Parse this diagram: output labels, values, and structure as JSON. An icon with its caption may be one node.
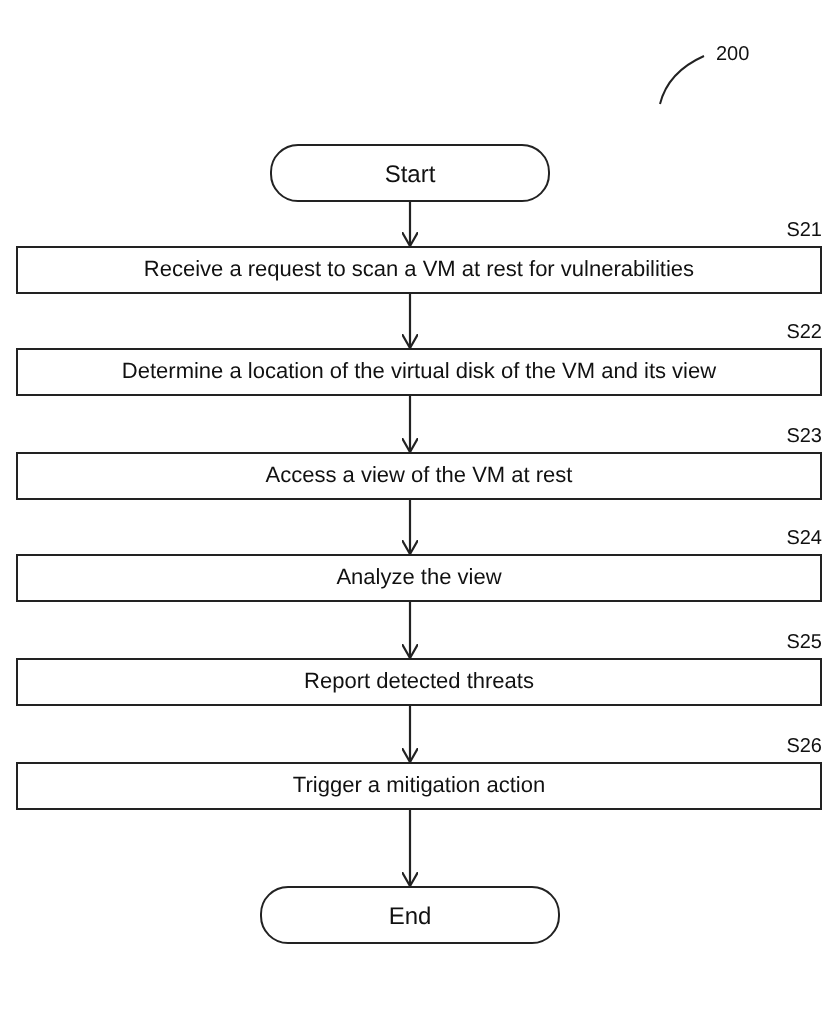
{
  "diagram": {
    "nodes": [
      {
        "text": [
          "Start"
        ]
      },
      {
        "text": [
          "Receive a request to scan a VM at rest for vulnerabilities"
        ],
        "beside": [
          "S21"
        ]
      },
      {
        "text": [
          "Determine a location of the virtual disk of the VM and its view"
        ],
        "beside": [
          "S22"
        ]
      },
      {
        "text": [
          "Access a view of the VM at rest"
        ],
        "beside": [
          "S23"
        ]
      },
      {
        "text": [
          "Analyze the view"
        ],
        "beside": [
          "S24"
        ]
      },
      {
        "text": [
          "Report detected threats"
        ],
        "beside": [
          "S25"
        ]
      },
      {
        "text": [
          "Trigger a mitigation action"
        ],
        "beside": [
          "S26"
        ]
      },
      {
        "text": [
          "End"
        ]
      }
    ],
    "edges": [
      {
        "from": 0,
        "to": 1,
        "arrow": "to"
      },
      {
        "from": 1,
        "to": 2,
        "arrow": "to"
      },
      {
        "from": 2,
        "to": 3,
        "arrow": "to"
      },
      {
        "from": 3,
        "to": 4,
        "arrow": "to"
      },
      {
        "from": 4,
        "to": 5,
        "arrow": "to"
      },
      {
        "from": 5,
        "to": 6,
        "arrow": "to"
      },
      {
        "from": 6,
        "to": 7,
        "arrow": "to"
      }
    ],
    "labels": [
      "200"
    ]
  }
}
